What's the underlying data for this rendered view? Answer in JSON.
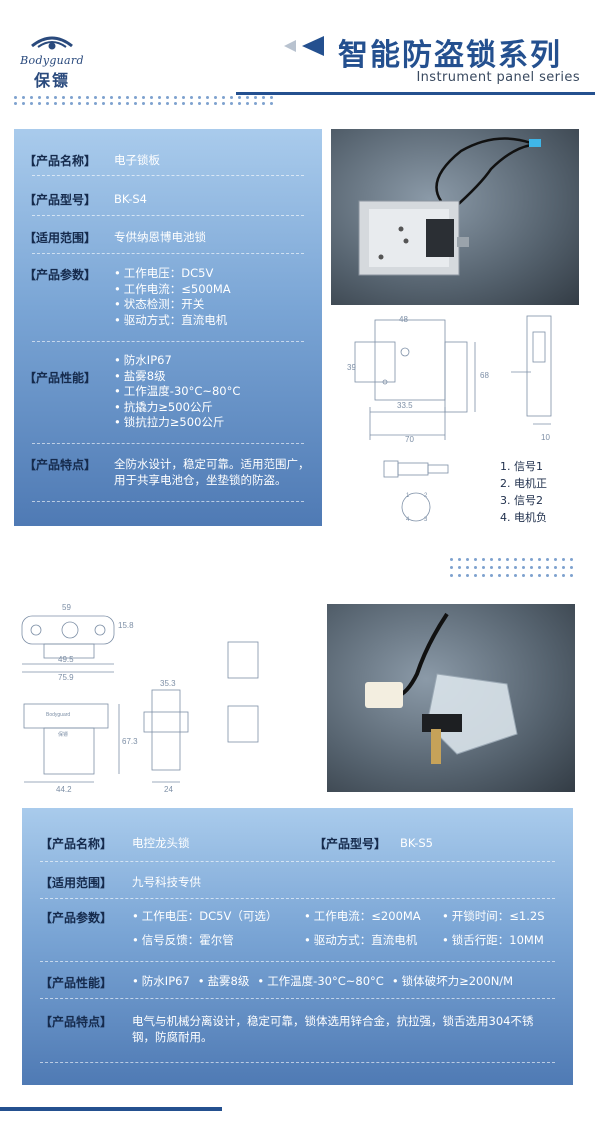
{
  "header": {
    "logo_text": "Bodyguard",
    "logo_cn": "保镖",
    "title": "智能防盗锁系列",
    "subtitle": "Instrument panel series"
  },
  "product1": {
    "name_label": "【产品名称】",
    "name_value": "电子锁板",
    "model_label": "【产品型号】",
    "model_value": "BK-S4",
    "scope_label": "【适用范围】",
    "scope_value": "专供纳恩博电池锁",
    "params_label": "【产品参数】",
    "params": [
      "工作电压：DC5V",
      "工作电流：≤500MA",
      "状态检测：开关",
      "驱动方式：直流电机"
    ],
    "perf_label": "【产品性能】",
    "perf": [
      "防水IP67",
      "盐雾8级",
      "工作温度-30°C~80°C",
      "抗撬力≥500公斤",
      "锁抗拉力≥500公斤"
    ],
    "feature_label": "【产品特点】",
    "feature_value": "全防水设计，稳定可靠。适用范围广，用于共享电池仓，坐垫锁的防盗。"
  },
  "drawing1": {
    "dims": [
      "48",
      "39",
      "68",
      "33.5",
      "70",
      "10"
    ],
    "pins": [
      "1. 信号1",
      "2. 电机正",
      "3. 信号2",
      "4. 电机负"
    ],
    "pin_numbers": [
      "1",
      "2",
      "3",
      "4"
    ]
  },
  "drawing2": {
    "dims": [
      "59",
      "15.8",
      "49.5",
      "75.9",
      "35.3",
      "67.3",
      "44.2",
      "24"
    ],
    "plate_text_1": "Bodyguard",
    "plate_text_2": "保镖"
  },
  "product2": {
    "name_label": "【产品名称】",
    "name_value": "电控龙头锁",
    "model_label": "【产品型号】",
    "model_value": "BK-S5",
    "scope_label": "【适用范围】",
    "scope_value": "九号科技专供",
    "params_label": "【产品参数】",
    "params_row1": [
      "工作电压：DC5V（可选）",
      "工作电流：≤200MA",
      "开锁时间：≤1.2S"
    ],
    "params_row2": [
      "信号反馈：霍尔管",
      "驱动方式：直流电机",
      "锁舌行距：10MM"
    ],
    "perf_label": "【产品性能】",
    "perf": [
      "防水IP67",
      "盐雾8级",
      "工作温度-30°C~80°C",
      "锁体破坏力≥200N/M"
    ],
    "feature_label": "【产品特点】",
    "feature_value": "电气与机械分离设计，稳定可靠，锁体选用锌合金，抗拉强，锁舌选用304不锈钢，防腐耐用。"
  }
}
